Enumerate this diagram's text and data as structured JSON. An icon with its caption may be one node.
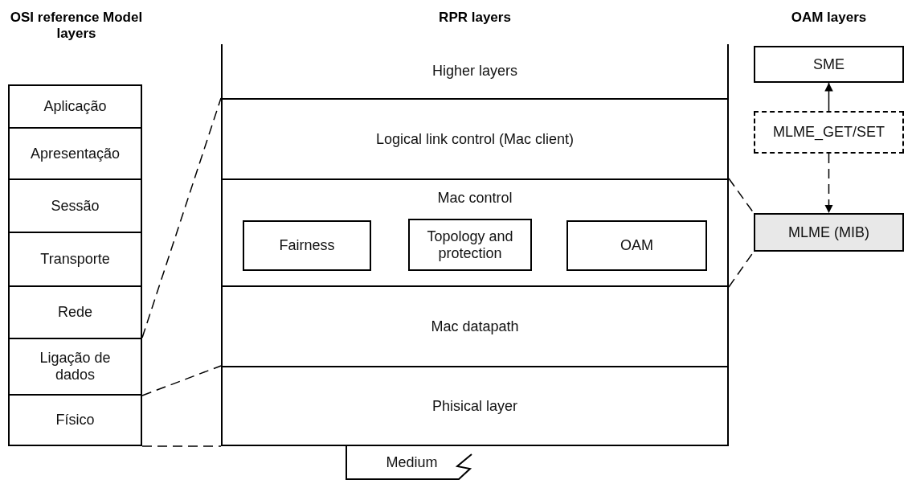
{
  "diagram": {
    "nodes": [
      {
        "text": [
          "Aplicação"
        ]
      },
      {
        "text": [
          "Apresentação"
        ]
      },
      {
        "text": [
          "Sessão"
        ]
      },
      {
        "text": [
          "Transporte"
        ]
      },
      {
        "text": [
          "Rede"
        ]
      },
      {
        "text": [
          "Ligação de dados"
        ]
      },
      {
        "text": [
          "Físico"
        ]
      },
      {
        "text": [
          "Higher layers"
        ]
      },
      {
        "text": [
          "Logical link control (Mac client)"
        ]
      },
      {
        "text": [
          "Mac control"
        ]
      },
      {
        "text": [
          "Fairness"
        ],
        "in": 9
      },
      {
        "text": [
          "Topology and protection"
        ],
        "in": 9
      },
      {
        "text": [
          "OAM"
        ],
        "in": 9
      },
      {
        "text": [
          "Mac datapath"
        ]
      },
      {
        "text": [
          "Phisical layer"
        ]
      },
      {
        "text": [
          "Medium"
        ]
      },
      {
        "text": [
          "SME"
        ]
      },
      {
        "text": [
          "MLME_GET/SET"
        ]
      },
      {
        "text": [
          "MLME (MIB)"
        ]
      }
    ],
    "edges": [
      {
        "from": 5,
        "to": 8,
        "arrow": "none",
        "style": "dashed"
      },
      {
        "from": 5,
        "to": 14,
        "arrow": "none",
        "style": "dashed"
      },
      {
        "from": 6,
        "to": 14,
        "arrow": "none",
        "style": "dashed"
      },
      {
        "from": 9,
        "to": 18,
        "arrow": "none",
        "style": "dashed"
      },
      {
        "from": 9,
        "to": 18,
        "arrow": "none",
        "style": "dashed"
      },
      {
        "from": 17,
        "to": 16,
        "arrow": "to"
      },
      {
        "from": 17,
        "to": 18,
        "arrow": "to",
        "style": "dashed"
      }
    ],
    "labels": [
      "OSI reference Model layers",
      "RPR layers",
      "OAM layers"
    ]
  }
}
